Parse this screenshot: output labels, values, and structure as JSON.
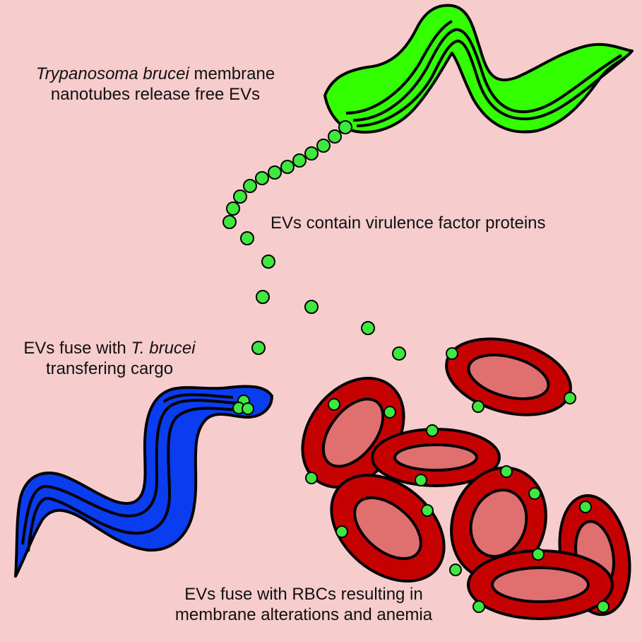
{
  "labels": {
    "nanotubes": {
      "line1_italic": "Trypanosoma brucei",
      "line1_rest": " membrane",
      "line2": "nanotubes release free EVs"
    },
    "virulence": "EVs contain virulence factor proteins",
    "fuse_parasite": {
      "line1_plain": "EVs fuse with ",
      "line1_italic": "T. brucei",
      "line2": "transfering cargo"
    },
    "fuse_rbc": {
      "line1": "EVs fuse with RBCs resulting in",
      "line2": "membrane alterations and anemia"
    }
  },
  "colors": {
    "background": "#f7cccc",
    "green_parasite": "#33ff00",
    "blue_parasite": "#0a3cf0",
    "ev": "#3ee83e",
    "rbc_outer": "#c40000",
    "rbc_inner": "#e07070"
  }
}
